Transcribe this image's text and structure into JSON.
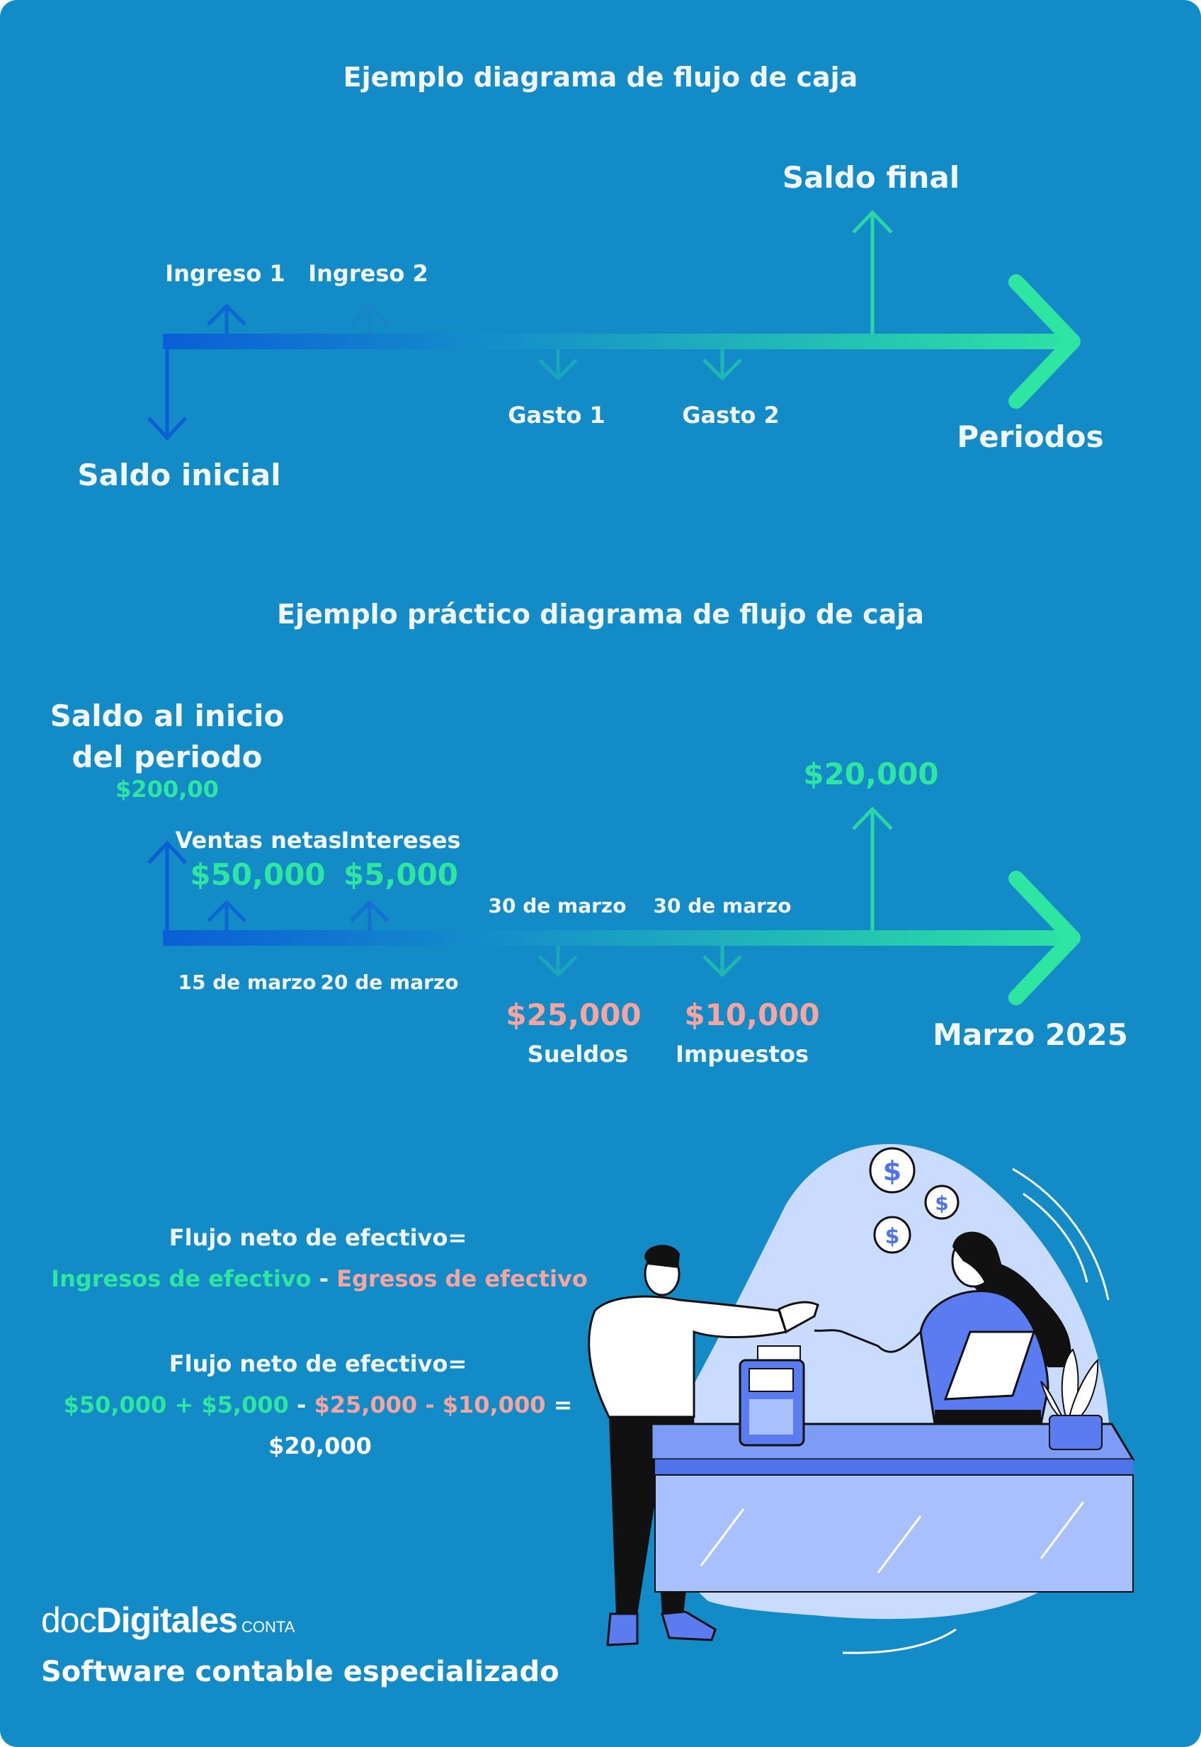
{
  "section1": {
    "title": "Ejemplo diagrama de flujo de caja",
    "saldo_final": "Saldo final",
    "ingreso1": "Ingreso 1",
    "ingreso2": "Ingreso 2",
    "gasto1": "Gasto 1",
    "gasto2": "Gasto 2",
    "periodos": "Periodos",
    "saldo_inicial": "Saldo inicial"
  },
  "section2": {
    "title": "Ejemplo práctico  diagrama de flujo de caja",
    "saldo_inicio_line1": "Saldo al inicio",
    "saldo_inicio_line2": "del periodo",
    "saldo_inicio_value": "$200,00",
    "final_value": "$20,000",
    "ventas_label": "Ventas netas",
    "ventas_value": "$50,000",
    "intereses_label": "Intereses",
    "intereses_value": "$5,000",
    "date_30a": "30 de marzo",
    "date_30b": "30 de marzo",
    "date_15": "15 de marzo",
    "date_20": "20 de marzo",
    "sueldos_value": "$25,000",
    "sueldos_label": "Sueldos",
    "impuestos_value": "$10,000",
    "impuestos_label": "Impuestos",
    "period": "Marzo 2025"
  },
  "formula": {
    "line1": "Flujo neto de efectivo=",
    "ingresos": "Ingresos de efectivo",
    "dash": " - ",
    "egresos": "Egresos de efectivo",
    "line3": "Flujo neto de efectivo=",
    "v1": "$50,000 + $5,000",
    "op1": " - ",
    "v2": "$25,000 - $10,000",
    "eq": " =",
    "result": "$20,000"
  },
  "brand": {
    "logo_doc": "doc",
    "logo_digitales": "Digitales",
    "logo_conta": "CONTA",
    "tagline": "Software contable especializado"
  },
  "colors": {
    "background": "#128bc6",
    "positive": "#2ee6a2",
    "negative": "#f7a5a0",
    "arrow_start": "#0a5fd6",
    "arrow_end": "#2ee6a2"
  }
}
